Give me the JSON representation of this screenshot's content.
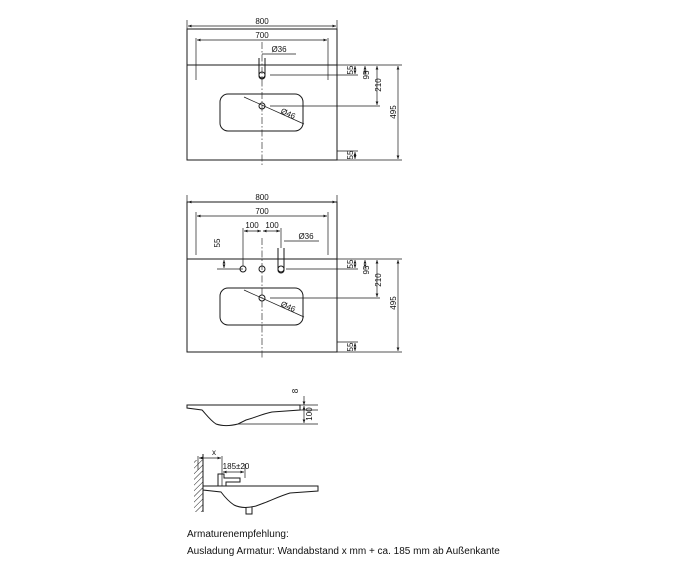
{
  "top_view": {
    "width_total": "800",
    "width_inner": "700",
    "hole_tap": "Ø36",
    "hole_drain": "Ø46",
    "dim_55_top": "55",
    "dim_95": "95",
    "dim_210": "210",
    "dim_495": "495",
    "dim_55_bottom": "55"
  },
  "top_view_3hole": {
    "width_total": "800",
    "width_inner": "700",
    "spacing_left": "100",
    "spacing_right": "100",
    "offset_55": "55",
    "hole_tap": "Ø36",
    "hole_drain": "Ø46",
    "dim_55_top": "55",
    "dim_95": "95",
    "dim_210": "210",
    "dim_495": "495",
    "dim_55_bottom": "55"
  },
  "section_view": {
    "dim_8": "8",
    "dim_100": "100"
  },
  "wall_view": {
    "dim_x": "x",
    "dim_185": "185±20"
  },
  "notes": {
    "heading": "Armaturenempfehlung:",
    "text": "Ausladung Armatur: Wandabstand x mm + ca. 185 mm ab Außenkante"
  }
}
